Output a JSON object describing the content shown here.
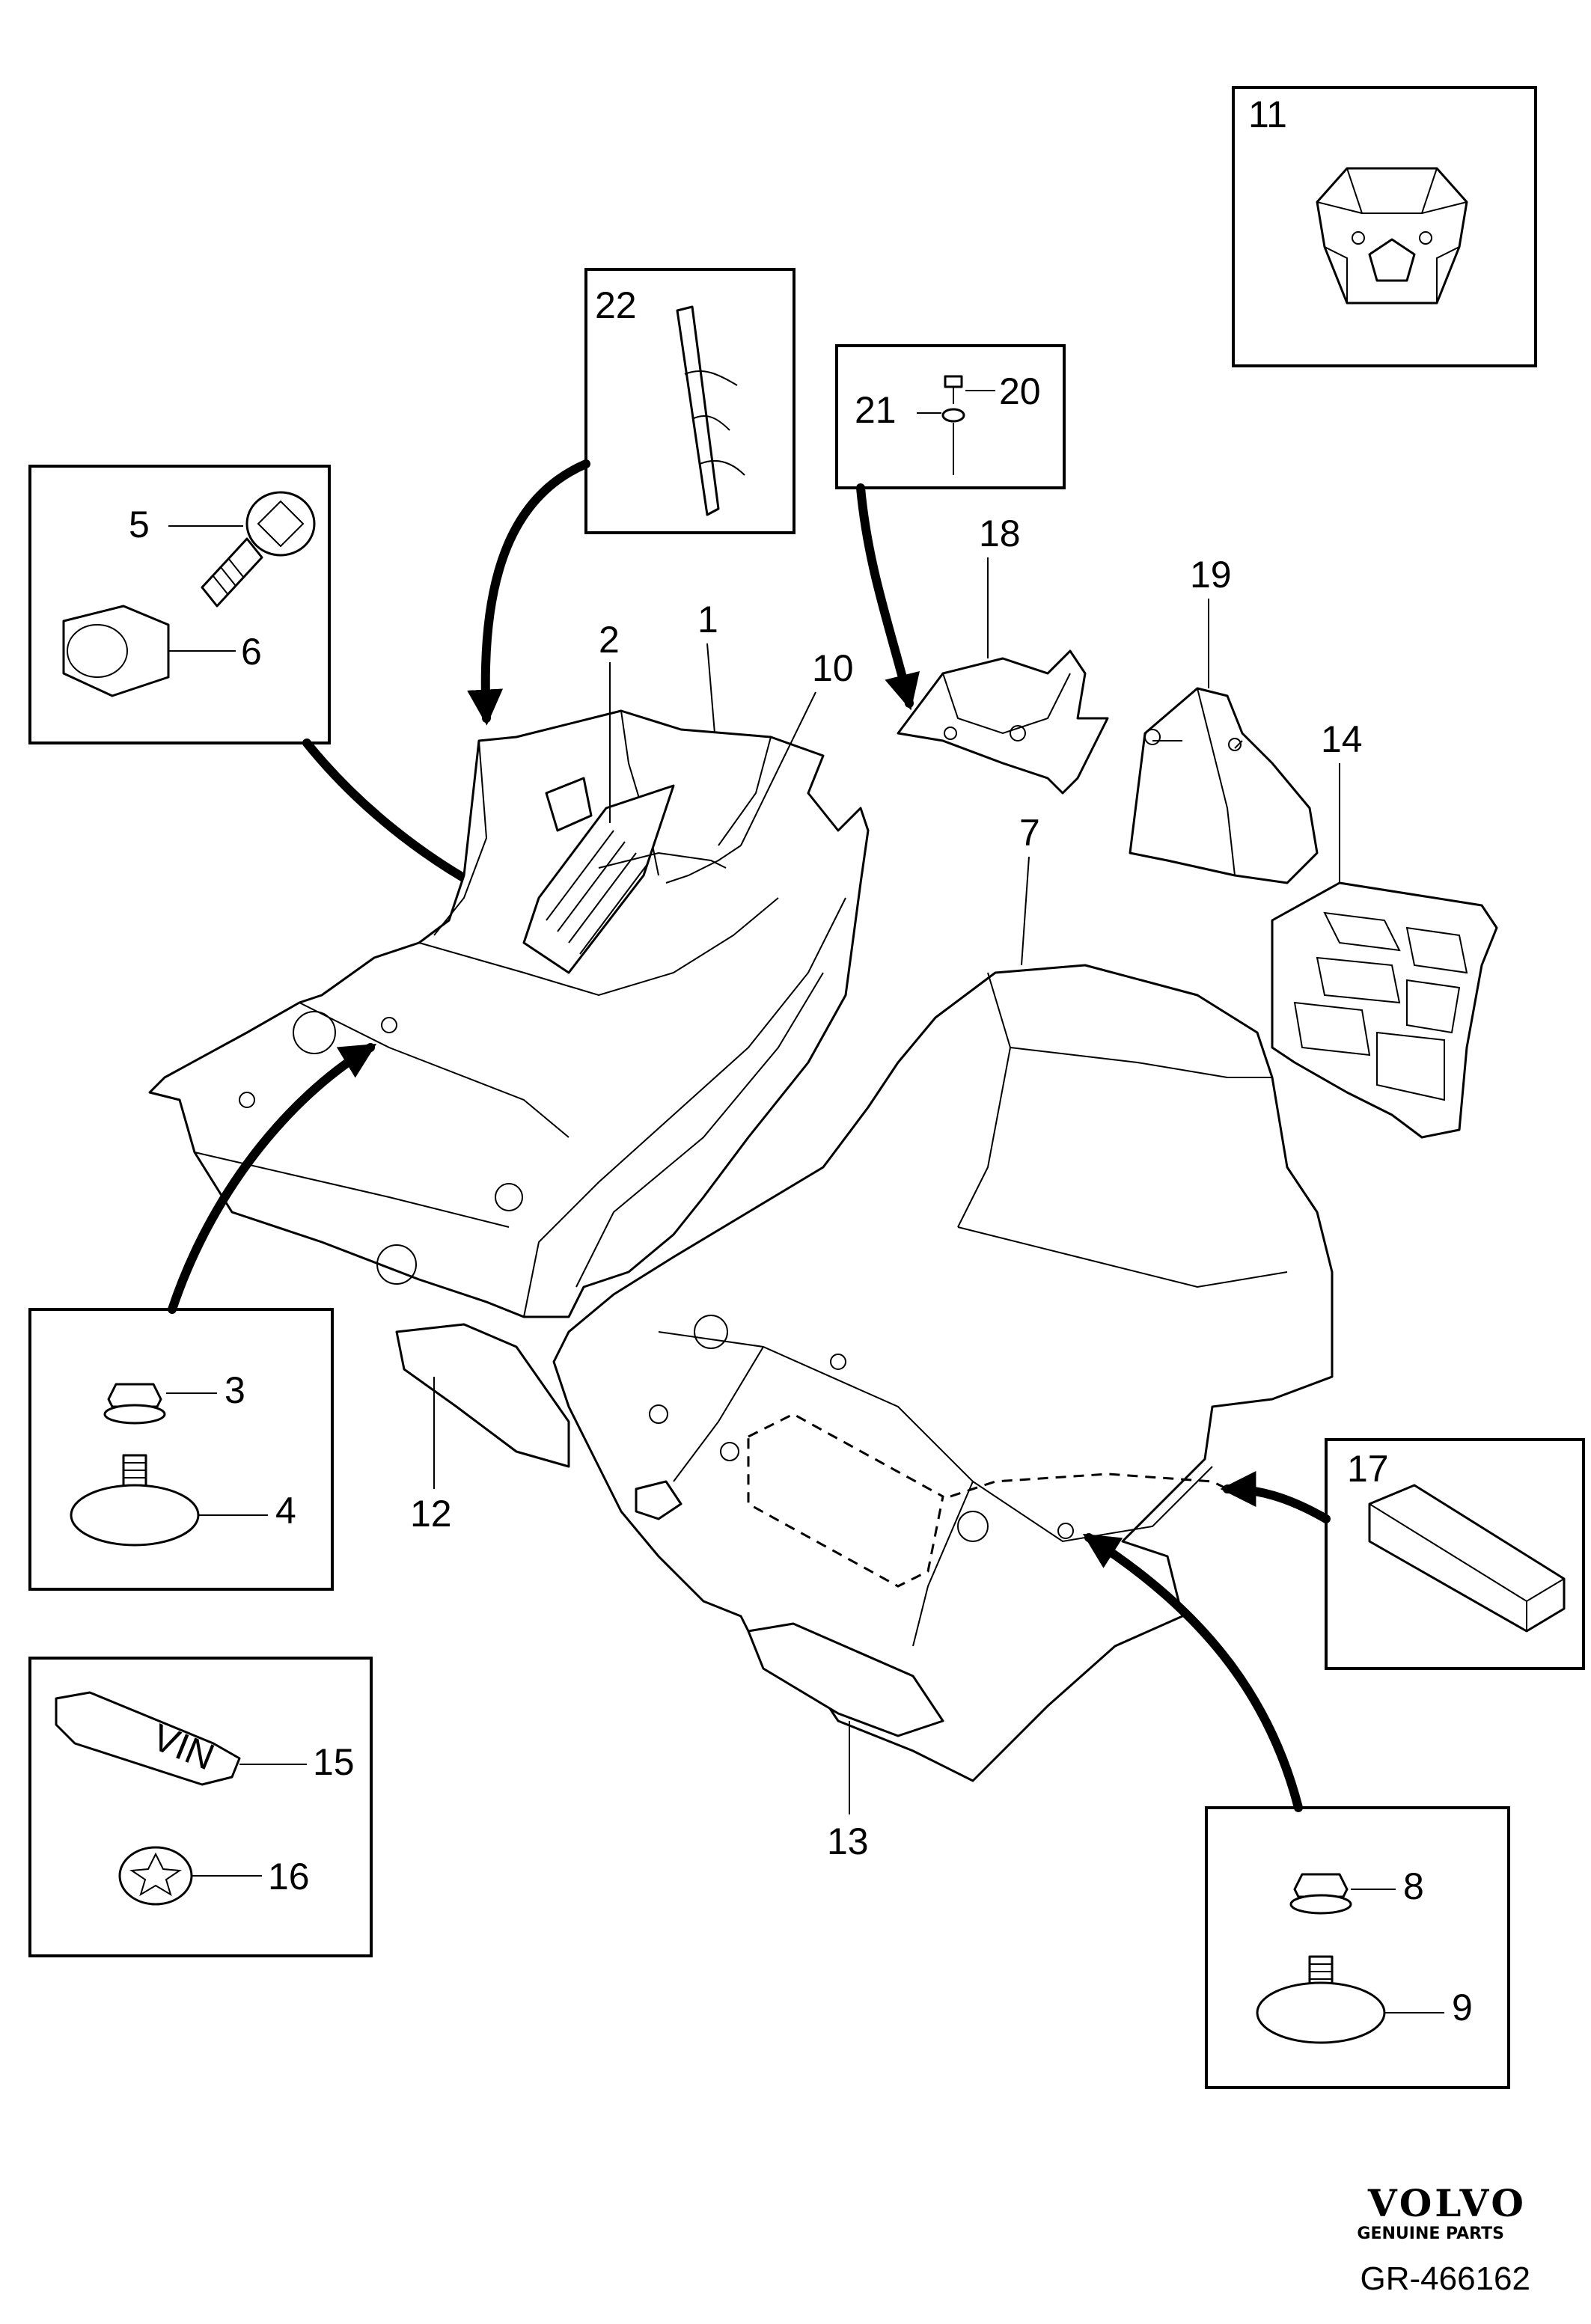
{
  "callouts": {
    "c1": "1",
    "c2": "2",
    "c3": "3",
    "c4": "4",
    "c5": "5",
    "c6": "6",
    "c7": "7",
    "c8": "8",
    "c9": "9",
    "c10": "10",
    "c11": "11",
    "c12": "12",
    "c13": "13",
    "c14": "14",
    "c15": "15",
    "c16": "16",
    "c17": "17",
    "c18": "18",
    "c19": "19",
    "c20": "20",
    "c21": "21",
    "c22": "22"
  },
  "vin_plate_text": "VIN",
  "brand": {
    "name": "VOLVO",
    "tagline": "GENUINE PARTS"
  },
  "reference": "GR-466162"
}
